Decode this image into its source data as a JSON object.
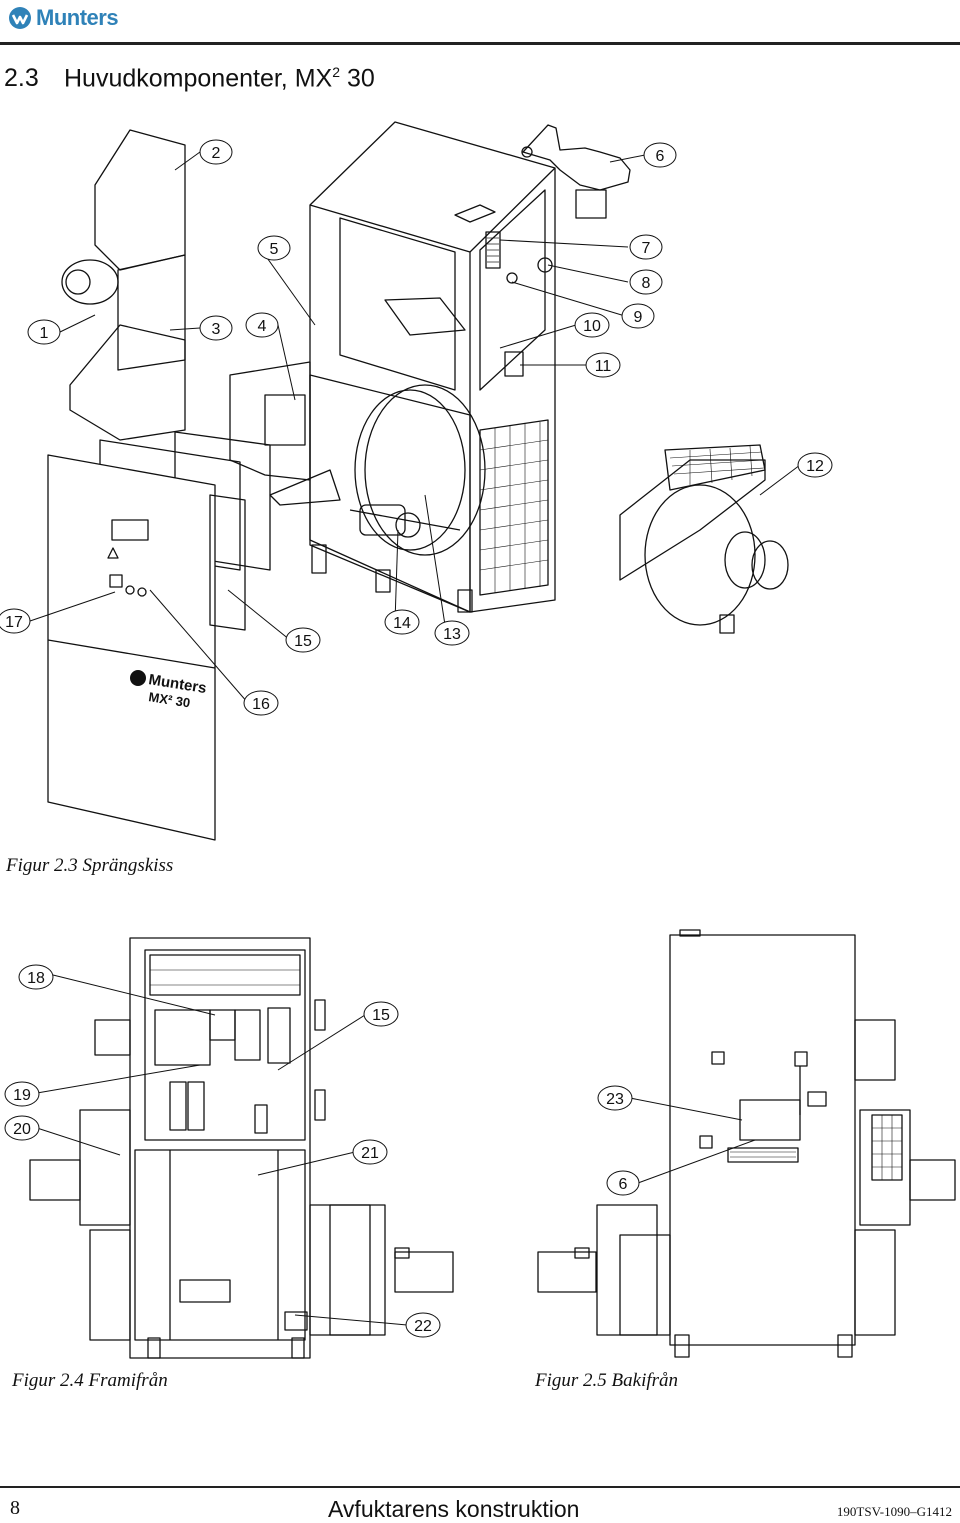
{
  "brand": {
    "name": "Munters",
    "color": "#2f82b8"
  },
  "section": {
    "number": "2.3",
    "title": "Huvudkomponenter, MX",
    "superscript": "2",
    "suffix": " 30"
  },
  "figures": {
    "exploded": {
      "caption": "Figur 2.3 Sprängskiss",
      "callouts": [
        "1",
        "2",
        "3",
        "4",
        "5",
        "6",
        "7",
        "8",
        "9",
        "10",
        "11",
        "12",
        "13",
        "14",
        "15",
        "16",
        "17"
      ],
      "panel_brand": "Munters",
      "panel_model": "MX² 30"
    },
    "front": {
      "caption": "Figur 2.4 Framifrån",
      "callouts": [
        "18",
        "15",
        "19",
        "20",
        "21",
        "22"
      ]
    },
    "back": {
      "caption": "Figur 2.5 Bakifrån",
      "callouts": [
        "23",
        "6"
      ]
    }
  },
  "footer": {
    "page_number": "8",
    "title": "Avfuktarens konstruktion",
    "doc_code": "190TSV-1090–G1412"
  }
}
